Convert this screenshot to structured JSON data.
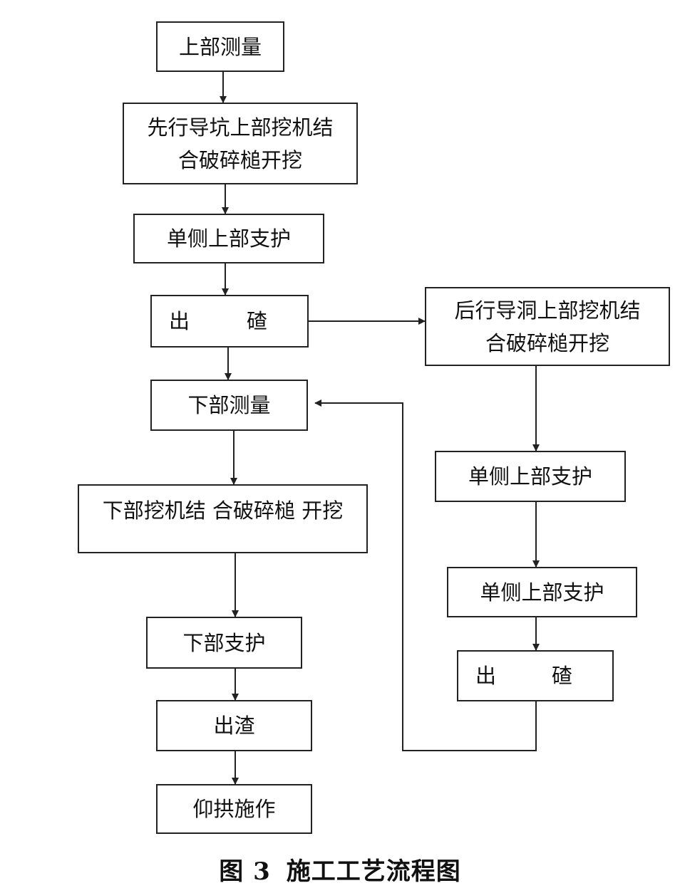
{
  "steps": {
    "upper_survey": "上部测量",
    "leading_pilot_excavation": [
      "先行导坑上部挖机结",
      "合破碎槌开挖"
    ],
    "single_side_support_left": "单侧上部支护",
    "muck_left": [
      "出",
      "碴"
    ],
    "lower_survey": "下部测量",
    "lower_excavation": "下部挖机结 合破碎槌 开挖",
    "lower_support": "下部支护",
    "muck_out": "出渣",
    "invert_construction": "仰拱施作",
    "trailing_pilot_excavation": [
      "后行导洞上部挖机结",
      "合破碎槌开挖"
    ],
    "single_side_support_right_1": "单侧上部支护",
    "single_side_support_right_2": "单侧上部支护",
    "muck_right": [
      "出",
      "碴"
    ]
  },
  "caption": {
    "number": "图 3",
    "title": "施工工艺流程图"
  }
}
